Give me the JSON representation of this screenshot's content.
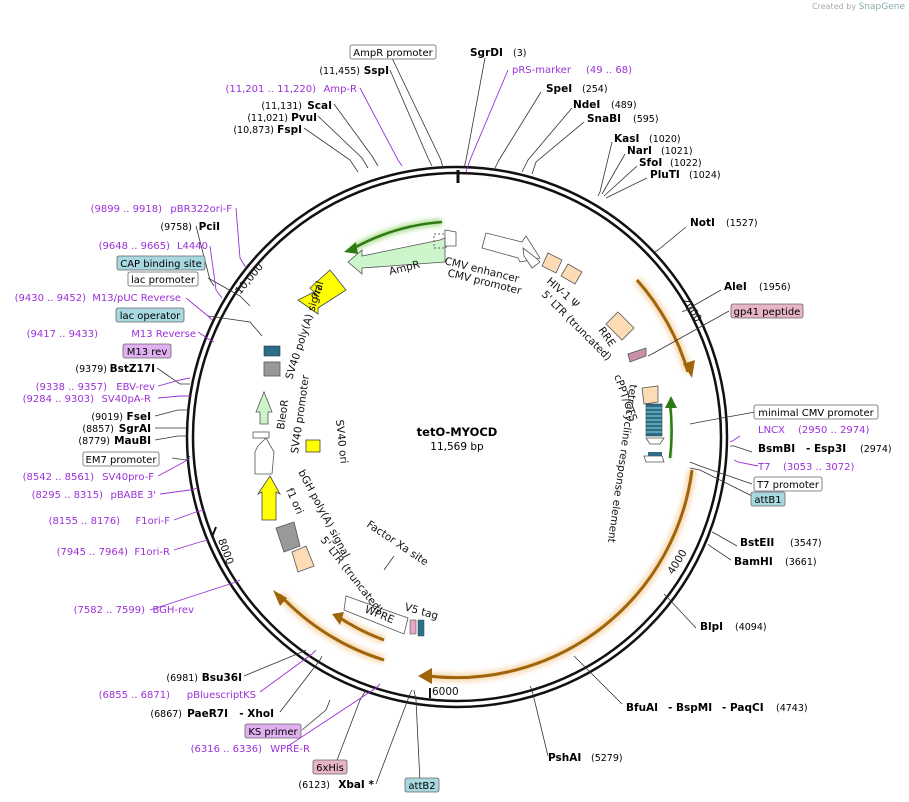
{
  "credit": {
    "prefix": "Created by",
    "brand": "SnapGene"
  },
  "plasmid": {
    "name": "tetO-MYOCD",
    "length": "11,569 bp"
  },
  "ticks": [
    "2000",
    "4000",
    "6000",
    "8000",
    "10,000"
  ],
  "sites": [
    {
      "name": "SgrDI",
      "pos": "(3)"
    },
    {
      "name": "SpeI",
      "pos": "(254)"
    },
    {
      "name": "NdeI",
      "pos": "(489)"
    },
    {
      "name": "SnaBI",
      "pos": "(595)"
    },
    {
      "name": "KasI",
      "pos": "(1020)"
    },
    {
      "name": "NarI",
      "pos": "(1021)"
    },
    {
      "name": "SfoI",
      "pos": "(1022)"
    },
    {
      "name": "PluTI",
      "pos": "(1024)"
    },
    {
      "name": "NotI",
      "pos": "(1527)"
    },
    {
      "name": "AleI",
      "pos": "(1956)"
    },
    {
      "name": "BsmBI",
      "pos": ""
    },
    {
      "name": "- Esp3I",
      "pos": "(2974)"
    },
    {
      "name": "BstEII",
      "pos": "(3547)"
    },
    {
      "name": "BamHI",
      "pos": "(3661)"
    },
    {
      "name": "BlpI",
      "pos": "(4094)"
    },
    {
      "name": "BfuAI",
      "pos": ""
    },
    {
      "name": "- BspMI",
      "pos": ""
    },
    {
      "name": "- PaqCI",
      "pos": "(4743)"
    },
    {
      "name": "PshAI",
      "pos": "(5279)"
    },
    {
      "name": "XbaI *",
      "pos": "(6123)"
    },
    {
      "name": "PaeR7I",
      "pos": "(6867)"
    },
    {
      "name": "- XhoI",
      "pos": ""
    },
    {
      "name": "Bsu36I",
      "pos": "(6981)"
    },
    {
      "name": "MauBI",
      "pos": "(8779)"
    },
    {
      "name": "SgrAI",
      "pos": "(8857)"
    },
    {
      "name": "FseI",
      "pos": "(9019)"
    },
    {
      "name": "BstZ17I",
      "pos": "(9379)"
    },
    {
      "name": "PciI",
      "pos": "(9758)"
    },
    {
      "name": "FspI",
      "pos": "(10,873)"
    },
    {
      "name": "PvuI",
      "pos": "(11,021)"
    },
    {
      "name": "ScaI",
      "pos": "(11,131)"
    },
    {
      "name": "SspI",
      "pos": "(11,455)"
    }
  ],
  "primers": [
    {
      "name": "pRS-marker",
      "range": "(49 .. 68)"
    },
    {
      "name": "Amp-R",
      "range": "(11,201 .. 11,220)"
    },
    {
      "name": "pBR322ori-F",
      "range": "(9899 .. 9918)"
    },
    {
      "name": "L4440",
      "range": "(9648 .. 9665)"
    },
    {
      "name": "M13/pUC Reverse",
      "range": "(9430 .. 9452)"
    },
    {
      "name": "M13 Reverse",
      "range": "(9417 .. 9433)"
    },
    {
      "name": "EBV-rev",
      "range": "(9338 .. 9357)"
    },
    {
      "name": "SV40pA-R",
      "range": "(9284 .. 9303)"
    },
    {
      "name": "SV40pro-F",
      "range": "(8542 .. 8561)"
    },
    {
      "name": "pBABE 3'",
      "range": "(8295 .. 8315)"
    },
    {
      "name": "F1ori-F",
      "range": "(8155 .. 8176)"
    },
    {
      "name": "F1ori-R",
      "range": "(7945 .. 7964)"
    },
    {
      "name": "BGH-rev",
      "range": "(7582 .. 7599)"
    },
    {
      "name": "pBluescriptKS",
      "range": "(6855 .. 6871)"
    },
    {
      "name": "WPRE-R",
      "range": "(6316 .. 6336)"
    },
    {
      "name": "LNCX",
      "range": "(2950 .. 2974)"
    },
    {
      "name": "T7",
      "range": "(3053 .. 3072)"
    }
  ],
  "boxed": {
    "ampr_promoter": "AmpR promoter",
    "cap_site": "CAP binding site",
    "lac_promoter": "lac promoter",
    "lac_operator": "lac operator",
    "m13_rev": "M13 rev",
    "em7_promoter": "EM7 promoter",
    "gp41": "gp41 peptide",
    "min_cmv": "minimal CMV promoter",
    "t7_promoter": "T7 promoter",
    "attb1": "attB1",
    "ks_primer": "KS primer",
    "his6": "6xHis",
    "attb2": "attB2"
  },
  "features": {
    "ampr": "AmpR",
    "ori": "ori",
    "cmv_enh": "CMV enhancer",
    "cmv_prom": "CMV promoter",
    "hiv_psi": "HIV-1 Ψ",
    "ltr5_a": "5' LTR (truncated)",
    "rre": "RRE",
    "cppt": "cPPT/CTS",
    "tre": "tetracycline response element",
    "sv40pa": "SV40 poly(A) signal",
    "sv40prom": "SV40 promoter",
    "bleor": "BleoR",
    "sv40ori": "SV40 ori",
    "bgh": "bGH poly(A) signal",
    "f1ori": "f1 ori",
    "ltr5_b": "5' LTR (truncated)",
    "factorxa": "Factor Xa site",
    "v5": "V5 tag",
    "wpre": "WPRE"
  },
  "colors": {
    "backbone": "#111111",
    "primer": "#9b30d9",
    "orange_arrow": "#e89a2e",
    "green_arrow": "#5fbf2a",
    "ampr_fill": "#ccf5cc",
    "ori_fill": "#ffff00",
    "misc_fill": "#fddcb5",
    "box_blue": "#a8d8e0",
    "box_purple": "#e0b0f0",
    "box_pink": "#e8b4c8"
  }
}
